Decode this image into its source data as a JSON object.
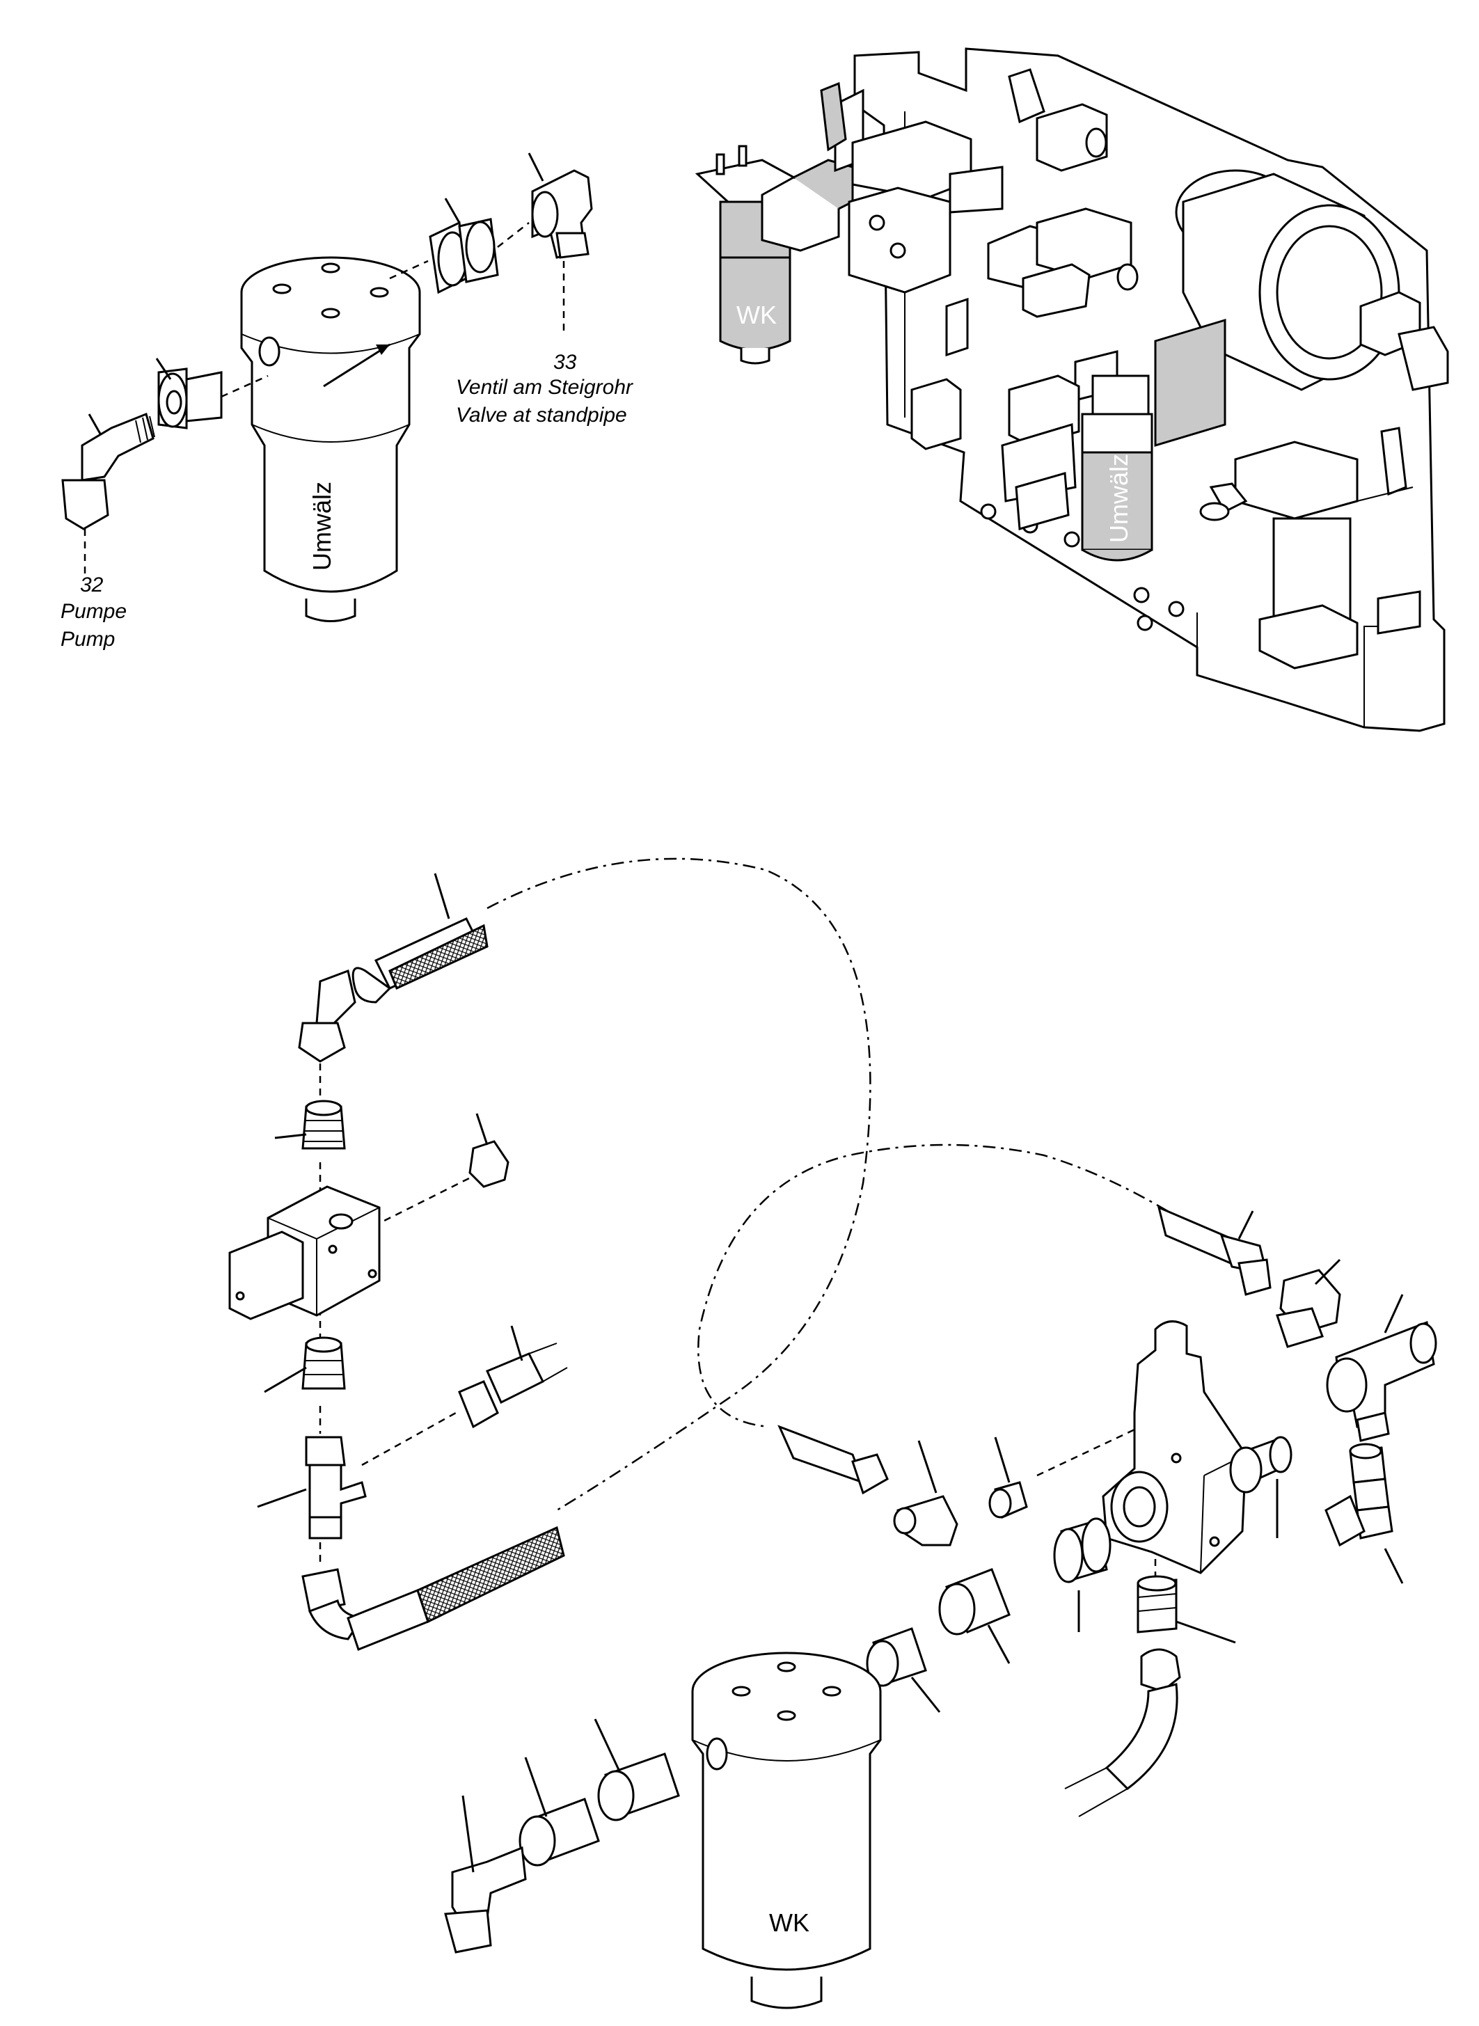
{
  "labels": {
    "pump_number": "32",
    "pump_de": "Pumpe",
    "pump_en": "Pump",
    "valve_number": "33",
    "valve_de": "Ventil am Steigrohr",
    "valve_en": "Valve at standpipe"
  },
  "filters": {
    "top_filter_text": "Umwälz",
    "top_assembly_filter_left_text": "WK",
    "top_assembly_filter_right_text": "Umwälz",
    "bottom_filter_text": "WK"
  }
}
